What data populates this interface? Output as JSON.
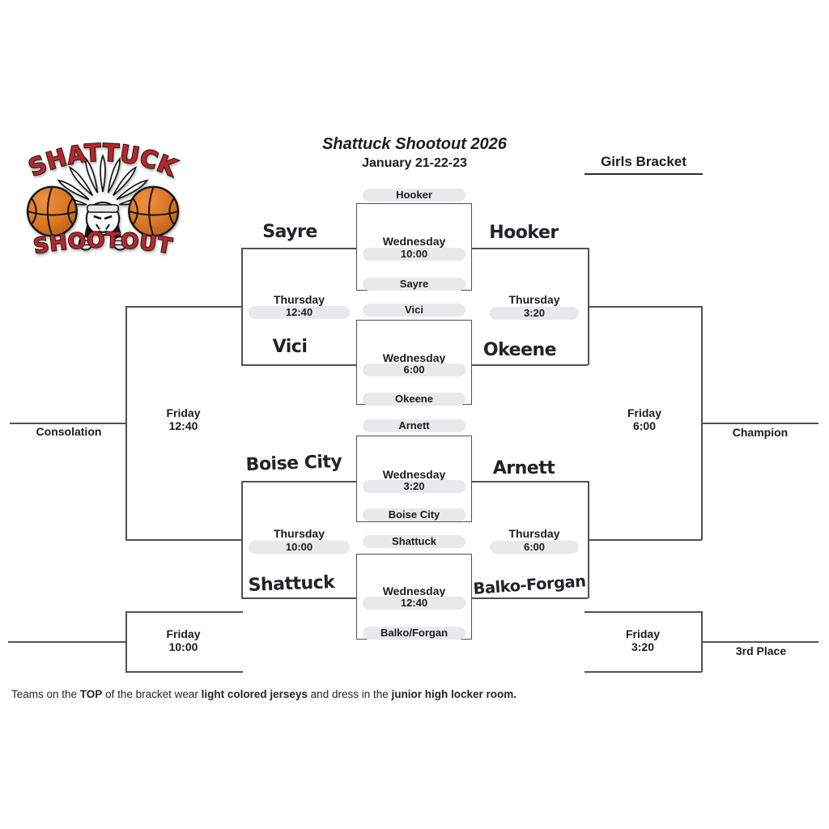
{
  "title": {
    "main": "Shattuck Shootout 2026",
    "dates": "January 21-22-23",
    "bracket_label": "Girls Bracket"
  },
  "logo": {
    "top_text": "SHATTUCK",
    "bottom_text": "SHOOTOUT",
    "red": "#b5282a",
    "basketball_orange": "#d97627"
  },
  "games": {
    "wednesday": [
      {
        "day": "Wednesday",
        "time": "10:00",
        "top_team": "Hooker",
        "bottom_team": "Sayre"
      },
      {
        "day": "Wednesday",
        "time": "6:00",
        "top_team": "Vici",
        "bottom_team": "Okeene"
      },
      {
        "day": "Wednesday",
        "time": "3:20",
        "top_team": "Arnett",
        "bottom_team": "Boise City"
      },
      {
        "day": "Wednesday",
        "time": "12:40",
        "top_team": "Shattuck",
        "bottom_team": "Balko/Forgan"
      }
    ],
    "thursday": [
      {
        "day": "Thursday",
        "time": "12:40",
        "top_team": "Sayre",
        "bottom_team": "Vici"
      },
      {
        "day": "Thursday",
        "time": "3:20",
        "top_team": "Hooker",
        "bottom_team": "Okeene"
      },
      {
        "day": "Thursday",
        "time": "10:00",
        "top_team": "Boise City",
        "bottom_team": "Shattuck"
      },
      {
        "day": "Thursday",
        "time": "6:00",
        "top_team": "Arnett",
        "bottom_team": "Balko-Forgan"
      }
    ],
    "friday": [
      {
        "day": "Friday",
        "time": "12:40"
      },
      {
        "day": "Friday",
        "time": "6:00"
      },
      {
        "day": "Friday",
        "time": "10:00"
      },
      {
        "day": "Friday",
        "time": "3:20"
      }
    ]
  },
  "placements": {
    "consolation": "Consolation",
    "champion": "Champion",
    "third_place": "3rd Place"
  },
  "note": {
    "segments": [
      {
        "text": "Teams on the ",
        "bold": false
      },
      {
        "text": "TOP",
        "bold": true
      },
      {
        "text": " of the bracket wear ",
        "bold": false
      },
      {
        "text": "light colored jerseys",
        "bold": true
      },
      {
        "text": " and dress in the ",
        "bold": false
      },
      {
        "text": "junior high locker room.",
        "bold": true
      }
    ]
  },
  "colors": {
    "line": "#515256",
    "pill_bg": "#e8e9ea",
    "text": "#1c1c1e"
  }
}
